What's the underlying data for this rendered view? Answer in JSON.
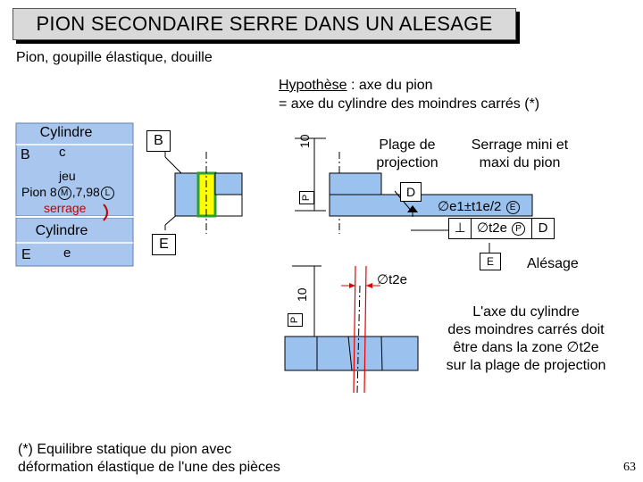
{
  "title": "PION SECONDAIRE SERRE DANS UN ALESAGE",
  "subtitle": "Pion, goupille élastique, douille",
  "hypothesis": {
    "label": "Hypothèse",
    "rest": " : axe du pion",
    "line2": "= axe du cylindre des moindres carrés (*)"
  },
  "left_table": {
    "cylinder_top": "Cylindre",
    "b_letter": "B",
    "c_letter": "c",
    "jeu": "jeu",
    "pion_prefix": "Pion 8",
    "pion_m": "M",
    "pion_mid": ",7,98",
    "pion_l": "L",
    "serrage": "serrage",
    "cylinder_bottom": "Cylindre",
    "e_letter": "E",
    "e_small": "e"
  },
  "datum_b": "B",
  "datum_e": "E",
  "p_label": "P",
  "ten_label": "10",
  "plage": {
    "line1": "Plage de",
    "line2": "projection"
  },
  "serrage_mm": {
    "line1": "Serrage mini et",
    "line2": "maxi du pion"
  },
  "datum_d": "D",
  "tol_line1": {
    "text": "∅e1±t1e/2",
    "e_mark": "E"
  },
  "tol_frame": {
    "symbol": "⊥",
    "value": "∅t2e",
    "p_mark": "P",
    "datum": "D"
  },
  "datum_e_small": "E",
  "alesage": "Alésage",
  "zone_label": "∅t2e",
  "axis_note": {
    "line1": "L'axe du cylindre",
    "line2": "des moindres carrés doit",
    "line3": "être dans la zone ∅t2e",
    "line4": "sur la plage de projection"
  },
  "footnote": {
    "line1": "(*) Equilibre statique du pion avec",
    "line2": "déformation élastique de l'une des pièces"
  },
  "page_number": "63",
  "colors": {
    "table_blue": "#a9c7ee",
    "part_blue": "#9bc2ee",
    "pin_yellow": "#ffff00",
    "pin_green": "#2ca02c",
    "tolerance_red": "#e30000",
    "serrage_red": "#c00000",
    "title_gray": "#d9d9d9"
  }
}
